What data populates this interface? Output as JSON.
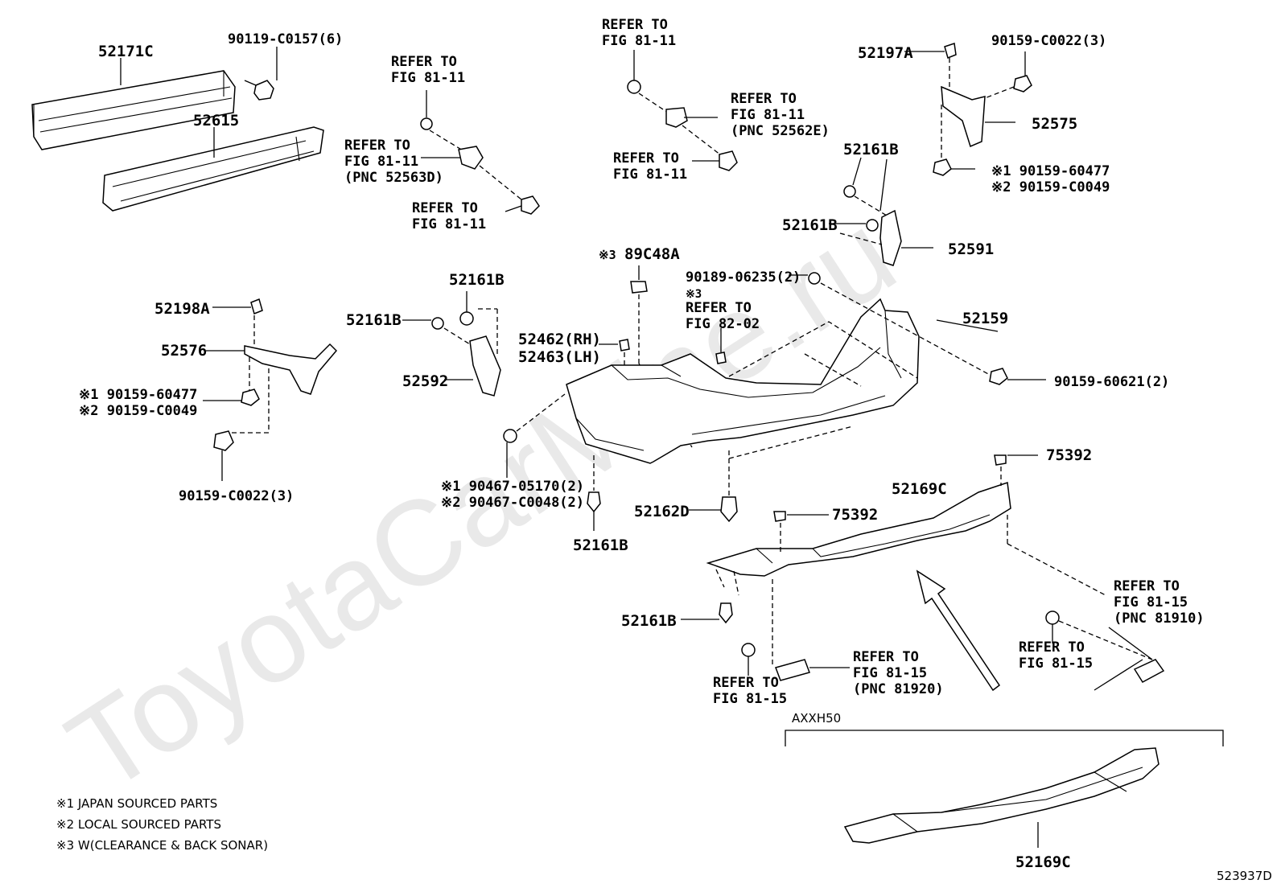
{
  "watermark": "ToyotaCarMine.ru",
  "figure_id": "523937D",
  "variant_label": "AXXH50",
  "part_labels": {
    "reinforcement": "52171C",
    "bolt_0157": "90119-C0157(6)",
    "absorber": "52615",
    "ref_1": [
      "REFER TO",
      "FIG 81-11"
    ],
    "ref_2": [
      "REFER TO",
      "FIG 81-11",
      "(PNC 52563D)"
    ],
    "ref_3": [
      "REFER TO",
      "FIG 81-11"
    ],
    "ref_4": [
      "REFER TO",
      "FIG 81-11"
    ],
    "ref_5": [
      "REFER TO",
      "FIG 81-11",
      "(PNC 52562E)"
    ],
    "ref_6": [
      "REFER TO",
      "FIG 81-11"
    ],
    "stopper_r": "52197A",
    "screw_0022_r": "90159-C0022(3)",
    "retainer_r": "52575",
    "clip_r1": "52161B",
    "clip_r2": "52161B",
    "support_r": "52591",
    "screw_60477_r": "※1 90159-60477",
    "screw_c0049_r": "※2 90159-C0049",
    "clip_l_top": "52161B",
    "clip_l_side": "52161B",
    "support_l": "52592",
    "stopper_l": "52198A",
    "retainer_l": "52576",
    "screw_60477_l": "※1 90159-60477",
    "screw_c0049_l": "※2 90159-C0049",
    "screw_0022_l": "90159-C0022(3)",
    "bracket_sonar": "89C48A",
    "bracket_sonar_mark": "※3",
    "nut_06235": "90189-06235(2)",
    "ref_sonar_mark": "※3",
    "ref_sonar": [
      "REFER TO",
      "FIG 82-02"
    ],
    "pad_rh": "52462(RH)",
    "pad_lh": "52463(LH)",
    "bumper_cover": "52159",
    "screw_60621": "90159-60621(2)",
    "screw_05170": "※1 90467-05170(2)",
    "screw_c0048": "※2 90467-C0048(2)",
    "clip_bottom_l": "52161B",
    "clip_52162d": "52162D",
    "clip_75392_a": "75392",
    "clip_75392_b": "75392",
    "spoiler": "52169C",
    "clip_spoiler": "52161B",
    "ref_81_15_a": [
      "REFER TO",
      "FIG 81-15"
    ],
    "ref_81_15_b": [
      "REFER TO",
      "FIG 81-15",
      "(PNC 81920)"
    ],
    "ref_81_15_c": [
      "REFER TO",
      "FIG 81-15"
    ],
    "ref_81_15_d": [
      "REFER TO",
      "FIG 81-15",
      "(PNC 81910)"
    ],
    "spoiler_axxh50": "52169C"
  },
  "notes": [
    "※1  JAPAN SOURCED PARTS",
    "※2  LOCAL SOURCED PARTS",
    "※3  W(CLEARANCE & BACK SONAR)"
  ]
}
